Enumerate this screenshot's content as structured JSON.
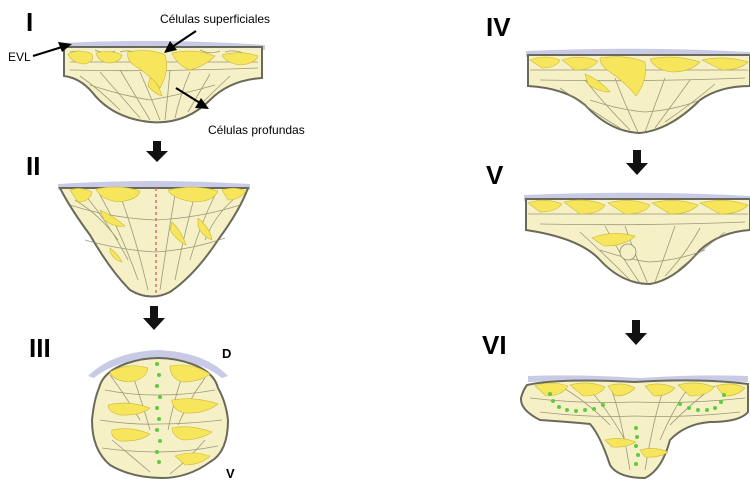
{
  "stages": {
    "s1": "I",
    "s2": "II",
    "s3": "III",
    "s4": "IV",
    "s5": "V",
    "s6": "VI"
  },
  "annotations": {
    "evl": "EVL",
    "superficial": "Células superficiales",
    "deep": "Células profundas",
    "dorsal": "D",
    "ventral": "V"
  },
  "colors": {
    "tissue": "#f5f0c5",
    "outline": "#6a6a5a",
    "evl_layer": "#c9cbe6",
    "yellow_cells": "#f7e55c",
    "midline_dots": "#5ecb3e",
    "midline_dash": "#e06a6a"
  }
}
